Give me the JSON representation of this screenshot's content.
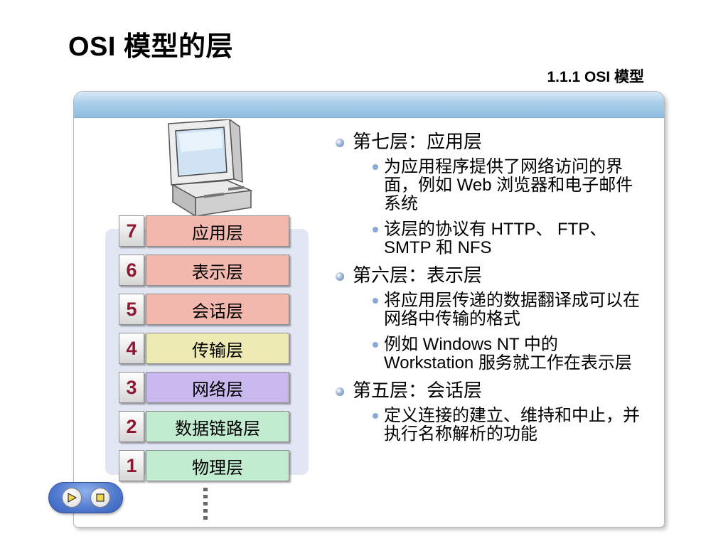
{
  "slide": {
    "title": "OSI 模型的层",
    "subtitle": "1.1.1   OSI 模型"
  },
  "layers": [
    {
      "num": "7",
      "label": "应用层",
      "color": "#f2b8ad"
    },
    {
      "num": "6",
      "label": "表示层",
      "color": "#f2b8ad"
    },
    {
      "num": "5",
      "label": "会话层",
      "color": "#f2b8ad"
    },
    {
      "num": "4",
      "label": "传输层",
      "color": "#eeeab3"
    },
    {
      "num": "3",
      "label": "网络层",
      "color": "#c9b8ee"
    },
    {
      "num": "2",
      "label": "数据链路层",
      "color": "#c2ecd0"
    },
    {
      "num": "1",
      "label": "物理层",
      "color": "#c2ecd0"
    }
  ],
  "bullets": [
    {
      "text": "第七层：应用层",
      "subs": [
        "为应用程序提供了网络访问的界面，例如 Web 浏览器和电子邮件 系统",
        "该层的协议有 HTTP、 FTP、SMTP 和 NFS"
      ]
    },
    {
      "text": "第六层：表示层",
      "subs": [
        "将应用层传递的数据翻译成可以在网络中传输的格式",
        "例如 Windows NT 中的 Workstation 服务就工作在表示层"
      ]
    },
    {
      "text": "第五层：会话层",
      "subs": [
        "定义连接的建立、维持和中止，并执行名称解析的功能"
      ]
    }
  ],
  "icons": {
    "computer": "computer-icon",
    "play": "play-icon",
    "stop": "stop-icon"
  }
}
